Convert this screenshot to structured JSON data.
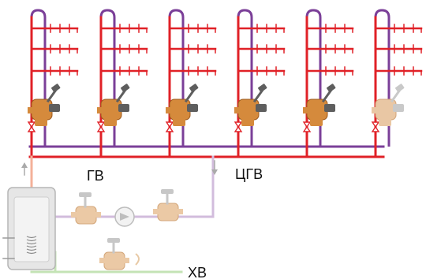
{
  "labels": {
    "hot_water": "ГВ",
    "circulation": "ЦГВ",
    "cold_water": "ХВ"
  },
  "colors": {
    "hot_supply": "#e02127",
    "circulation": "#7b3f98",
    "heater_light": "#f4b199",
    "circulation_light": "#d2bcdc",
    "cold_light": "#c4e3b5",
    "valve_bronze": "#d58a3c",
    "valve_dark": "#7a7a7a",
    "tank": "#e6e6e6"
  },
  "icons": {
    "riser_valve": "balancing-valve-icon",
    "ball_valve": "ball-valve-icon",
    "pump": "circulation-pump-icon",
    "heater": "water-heater-icon",
    "flow_arrow": "arrow-icon"
  }
}
